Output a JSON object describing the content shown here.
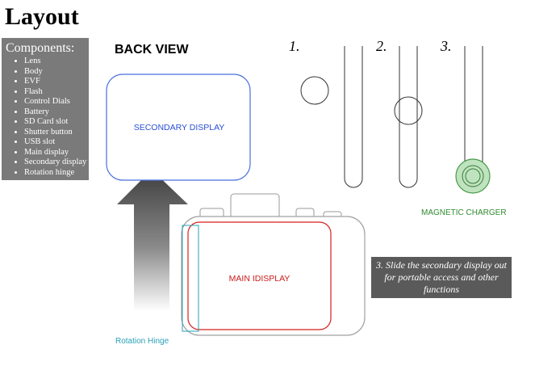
{
  "title": "Layout",
  "components": {
    "heading": "Components:",
    "items": [
      "Lens",
      "Body",
      "EVF",
      "Flash",
      "Control Dials",
      "Battery",
      "SD Card slot",
      "Shutter button",
      "USB slot",
      "Main display",
      "Secondary display",
      "Rotation hinge"
    ]
  },
  "back_view_label": "BACK VIEW",
  "labels": {
    "secondary_display": "SECONDARY DISPLAY",
    "main_display": "MAIN IDISPLAY",
    "rotation_hinge": "Rotation Hinge",
    "magnetic_charger": "MAGNETIC CHARGER"
  },
  "steps": [
    "1.",
    "2.",
    "3."
  ],
  "callout": "3. Slide the secondary display out for portable access and other functions",
  "colors": {
    "secondary_display": "#2a4fd6",
    "main_display": "#cc1a1a",
    "rotation_hinge": "#2aa0b8",
    "magnetic_charger": "#2f8a2f",
    "panel": "#7a7a7a",
    "callout": "#5a5a5a"
  }
}
